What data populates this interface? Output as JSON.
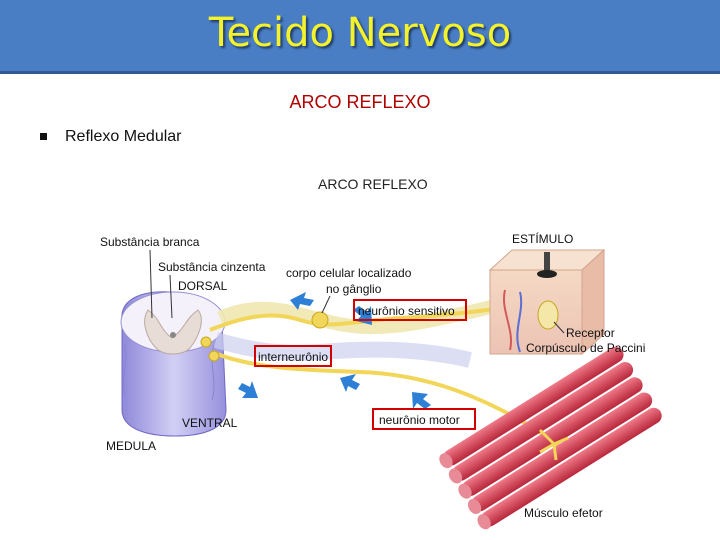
{
  "slide": {
    "title": "Tecido Nervoso",
    "subtitle": "ARCO REFLEXO",
    "bullet": "Reflexo Medular",
    "title_color": "#f4f22a",
    "bar_color": "#4a7ec4"
  },
  "diagram": {
    "heading": "ARCO REFLEXO",
    "labels": {
      "white_matter": "Substância branca",
      "grey_matter": "Substância cinzenta",
      "dorsal": "DORSAL",
      "cell_body_1": "corpo celular localizado",
      "cell_body_2": "no gânglio",
      "sensory_neuron": "neurônio sensitivo",
      "interneuron": "interneurônio",
      "motor_neuron": "neurônio motor",
      "ventral": "VENTRAL",
      "medulla": "MEDULA",
      "stimulus": "ESTÍMULO",
      "receptor": "Receptor",
      "pacinian": "Corpúsculo de Paccini",
      "effector": "Músculo efetor"
    },
    "colors": {
      "highlight_box": "#d40000",
      "nerve": "#f2d65a",
      "muscle": "#d9485a",
      "spinal_cord": "#b7b2e8",
      "arrow": "#2e7fd6"
    }
  }
}
